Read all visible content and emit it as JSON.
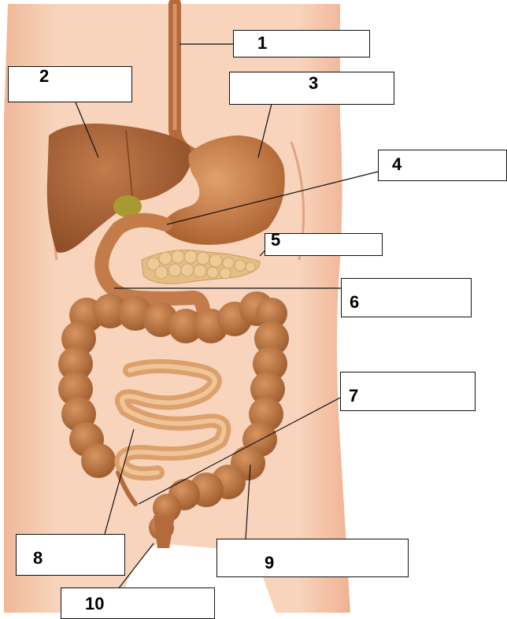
{
  "diagram": {
    "labels": [
      {
        "id": "1",
        "text": "1",
        "answer": ""
      },
      {
        "id": "2",
        "text": "2",
        "answer": ""
      },
      {
        "id": "3",
        "text": "3",
        "answer": ""
      },
      {
        "id": "4",
        "text": "4",
        "answer": ""
      },
      {
        "id": "5",
        "text": "5",
        "answer": ""
      },
      {
        "id": "6",
        "text": "6",
        "answer": ""
      },
      {
        "id": "7",
        "text": "7",
        "answer": ""
      },
      {
        "id": "8",
        "text": "8",
        "answer": ""
      },
      {
        "id": "9",
        "text": "9",
        "answer": ""
      },
      {
        "id": "10",
        "text": "10",
        "answer": ""
      }
    ]
  },
  "colors": {
    "skin": "#f4c7a8",
    "skin_shadow": "#e9a986",
    "organ": "#c9834f",
    "organ_dark": "#a8612f",
    "liver": "#b56a3e",
    "gallbladder": "#b3a23a",
    "pancreas": "#e7c08a",
    "line": "#111111"
  }
}
